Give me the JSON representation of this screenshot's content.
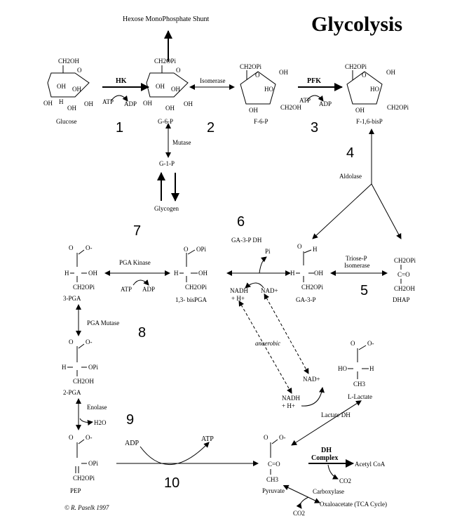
{
  "title": "Glycolysis",
  "shunt": "Hexose MonoPhosphate Shunt",
  "steps": [
    "1",
    "2",
    "3",
    "4",
    "5",
    "6",
    "7",
    "8",
    "9",
    "10"
  ],
  "enzymes": {
    "hk": "HK",
    "isomerase": "Isomerase",
    "pfk": "PFK",
    "mutase": "Mutase",
    "aldolase": "Aldolase",
    "triose1": "Triose-P",
    "triose2": "Isomerase",
    "ga3pdh": "GA-3-P DH",
    "pga_kinase": "PGA Kinase",
    "pga_mutase": "PGA Mutase",
    "enolase": "Enolase",
    "lactate_dh": "Lactate DH",
    "dh": "DH",
    "complex": "Complex",
    "carboxylase": "Carboxylase"
  },
  "compounds": {
    "glucose": "Glucose",
    "g6p": "G-6-P",
    "f6p": "F-6-P",
    "f16bp": "F-1,6-bisP",
    "g1p": "G-1-P",
    "glycogen": "Glycogen",
    "ga3p": "GA-3-P",
    "dhap": "DHAP",
    "bpga": "1,3- bisPGA",
    "pga3": "3-PGA",
    "pga2": "2-PGA",
    "pep": "PEP",
    "pyruvate": "Pyruvate",
    "lactate": "L-Lactate",
    "acetylcoa": "Acetyl CoA",
    "oxaloacetate": "Oxaloacetate (TCA Cycle)"
  },
  "cofactors": {
    "atp": "ATP",
    "adp": "ADP",
    "nadh": "NADH",
    "hplus": "+ H+",
    "nad": "NAD+",
    "pi": "Pi",
    "h2o": "H2O",
    "co2": "CO2"
  },
  "anaerobic": "anaerobic",
  "copyright": "© R. Paselk 1997",
  "groups": {
    "ch2oh": "CH2OH",
    "ch2opi": "CH2OPi",
    "oh": "OH",
    "o": "O",
    "h": "H",
    "ho": "HO",
    "ch3": "CH3",
    "c_o": "C=O",
    "opi": "OPi",
    "ominus": "O-"
  }
}
